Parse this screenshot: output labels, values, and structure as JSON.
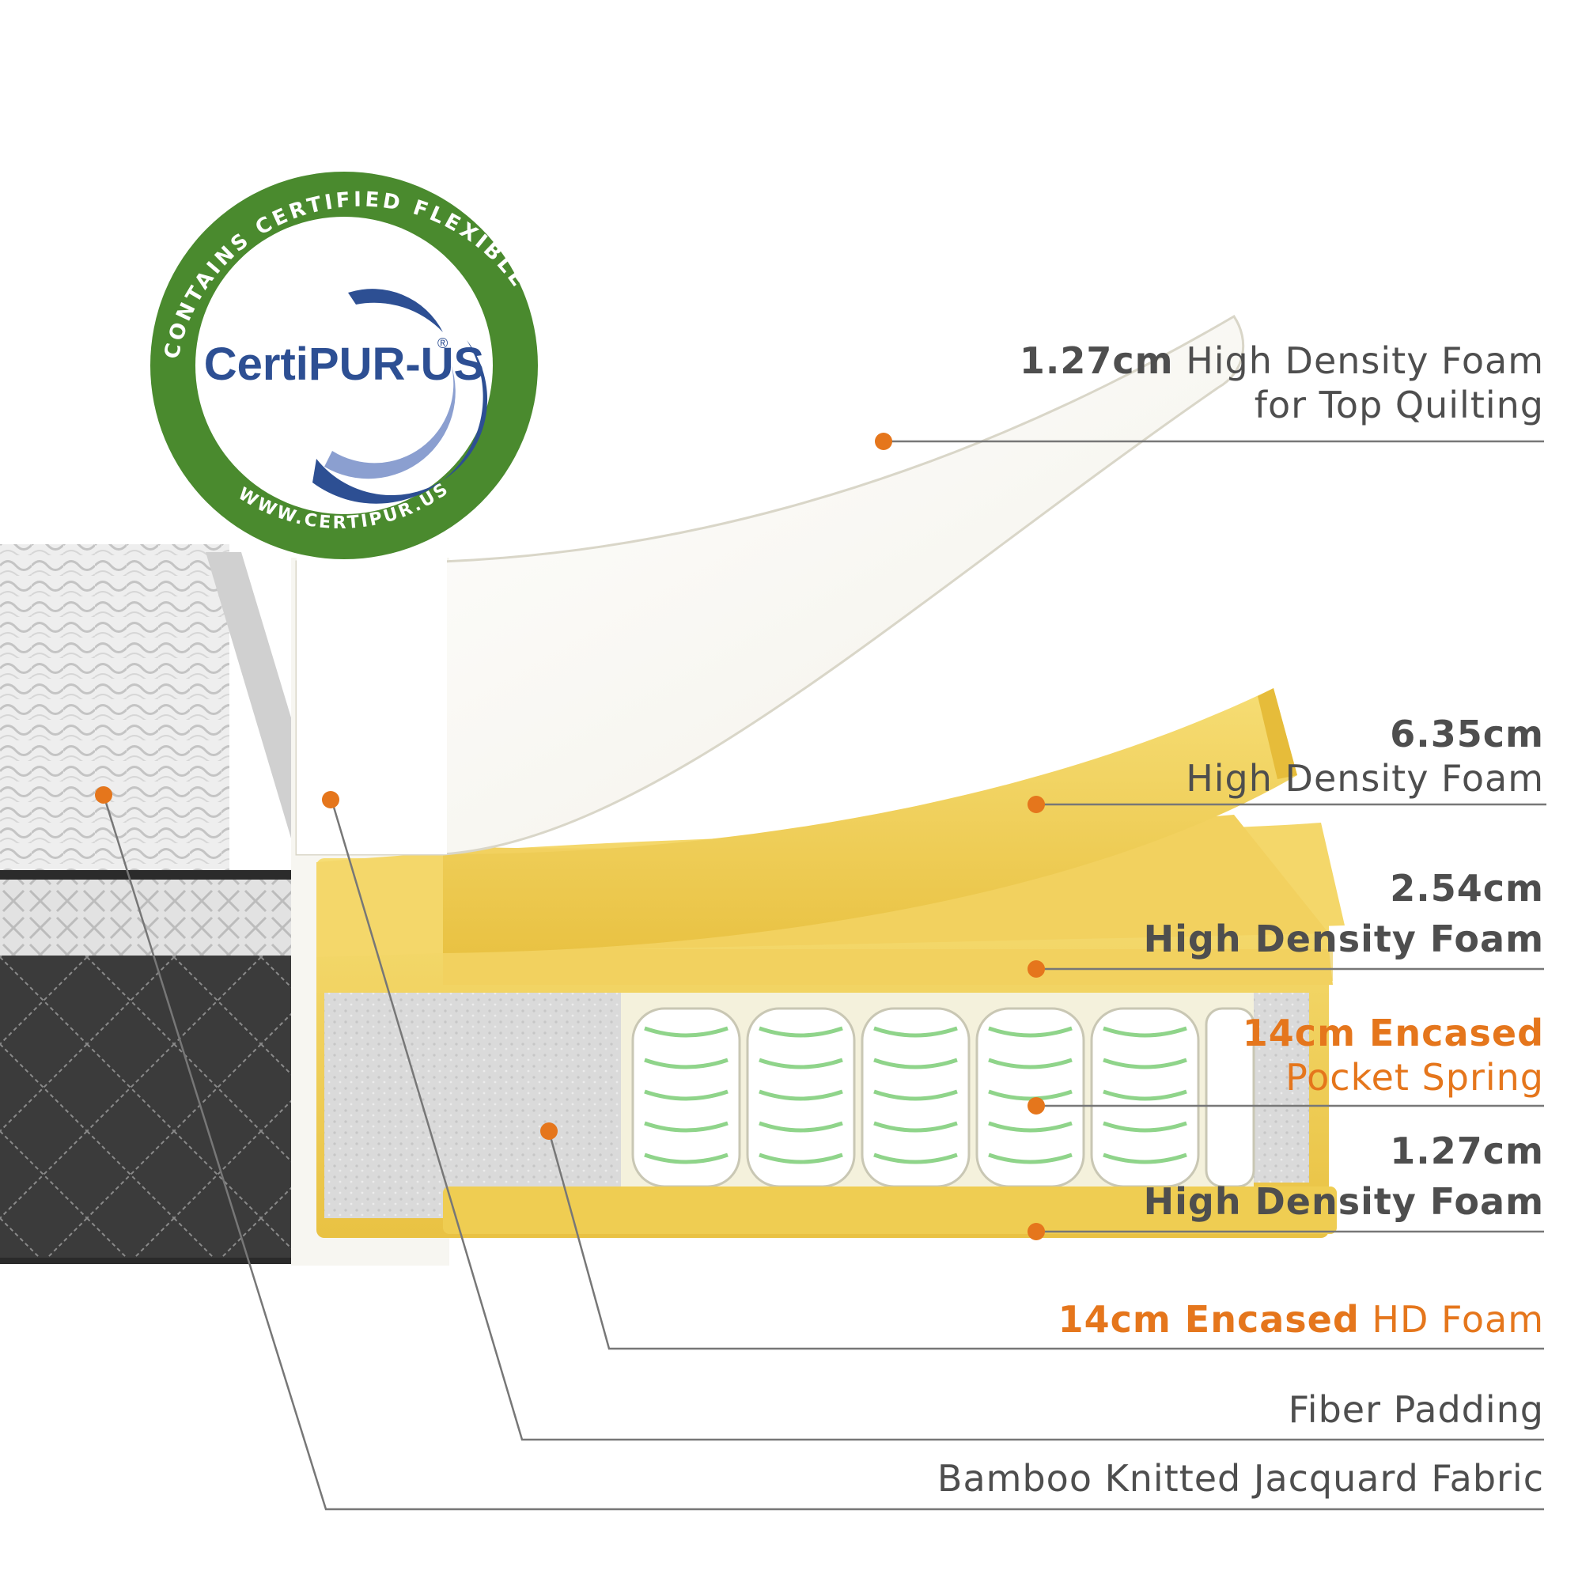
{
  "certification": {
    "brand": "CertiPUR-US",
    "registered_mark": "®",
    "ring_top_text": "CONTAINS CERTIFIED FLEXIBLE POLYURETHANE FOAM",
    "ring_bottom_text": "WWW.CERTIPUR.US",
    "ring_color": "#4a8a2e",
    "brand_color": "#2d4f93"
  },
  "callouts": [
    {
      "id": "top-quilting",
      "bold": "1.27cm",
      "text": "High Density Foam",
      "line2": "for Top Quilting"
    },
    {
      "id": "hd-foam-635",
      "bold": "6.35cm",
      "text": "High Density Foam"
    },
    {
      "id": "hd-foam-254",
      "bold": "2.54cm",
      "text": "High Density Foam"
    },
    {
      "id": "pocket-spring",
      "bold": "14cm Encased",
      "text": "Pocket Spring"
    },
    {
      "id": "hd-foam-127",
      "bold": "1.27cm",
      "text": "High Density Foam"
    },
    {
      "id": "encased-foam",
      "bold": "14cm Encased",
      "text": "HD Foam"
    },
    {
      "id": "fiber-padding",
      "text": "Fiber Padding"
    },
    {
      "id": "fabric",
      "text": "Bamboo Knitted Jacquard Fabric"
    }
  ],
  "colors": {
    "accent": "#e5761c",
    "text": "#555555",
    "foam_yellow": "#f1cf5a",
    "foam_white": "#fbfbf6",
    "fabric_dark": "#3a3a3a"
  }
}
